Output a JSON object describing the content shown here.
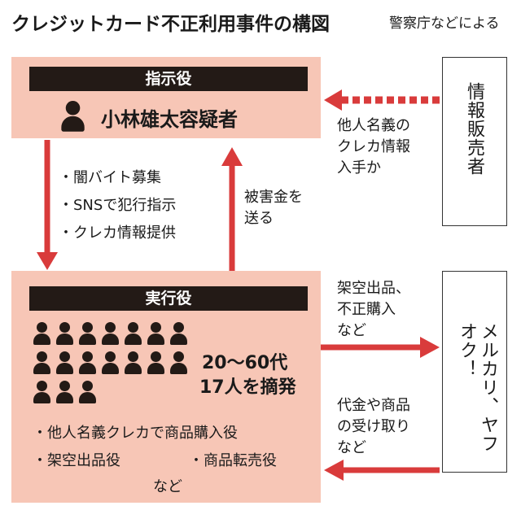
{
  "title": "クレジットカード不正利用事件の構図",
  "source": "警察庁などによる",
  "instructor": {
    "header": "指示役",
    "name": "小林雄太容疑者"
  },
  "seller_box": "情報販売者",
  "seller_arrow_label": [
    "他人名義の",
    "クレカ情報",
    "入手か"
  ],
  "down_arrow_bullets": [
    "・闇バイト募集",
    "・SNSで犯行指示",
    "・クレカ情報提供"
  ],
  "up_arrow_label": [
    "被害金を",
    "送る"
  ],
  "executor": {
    "header": "実行役",
    "count_line1": "20～60代",
    "count_line2": "17人を摘発",
    "person_count": 17,
    "roles": [
      "・他人名義クレカで商品購入役",
      "・架空出品役",
      "・商品転売役",
      "など"
    ]
  },
  "platform_box": "メルカリ、ヤフオク！",
  "to_platform_label": [
    "架空出品、",
    "不正購入",
    "など"
  ],
  "from_platform_label": [
    "代金や商品",
    "の受け取り",
    "など"
  ],
  "colors": {
    "accent": "#d93b3b",
    "panel": "#f7c6b6",
    "bar": "#231a16"
  }
}
